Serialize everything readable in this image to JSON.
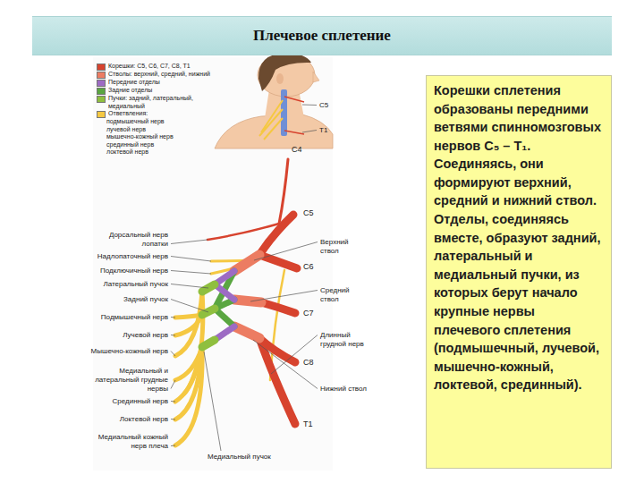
{
  "diagram": {
    "title": "Плечевое сплетение",
    "nodes": [
      {
        "text": [
          "Корешки сплетения образованы передними ветвями спинномозговых нервов C₅ – T₁. Соединяясь, они формируют верхний, средний и нижний ствол. Отделы, соединяясь вместе, образуют задний, латеральный и медиальный пучки, из которых берут начало крупные нервы плечевого сплетения (подмышечный, лучевой, мышечно-кожный, локтевой, срединный)."
        ]
      }
    ],
    "labels": [
      "C5",
      "T1",
      "C4",
      "C5",
      "C6",
      "C7",
      "C8",
      "T1",
      "Дорсальный нерв лопатки",
      "Надлопаточный нерв",
      "Подключичный нерв",
      "Латеральный пучок",
      "Задний пучок",
      "Подмышечный нерв",
      "Лучевой нерв",
      "Мышечно-кожный нерв",
      "Медиальный и латеральный грудные нервы",
      "Срединный нерв",
      "Локтевой нерв",
      "Медиальный кожный нерв плеча",
      "Верхний ствол",
      "Средний ствол",
      "Длинный грудной нерв",
      "Нижний ствол",
      "Медиальный пучок",
      "подмышечный нерв",
      "лучевой нерв",
      "мышечно-кожный нерв",
      "срединный нерв",
      "локтевой нерв"
    ],
    "legend": [
      {
        "text": "Корешки: C5, C6, C7, C8, T1",
        "color": "#d7432e"
      },
      {
        "text": "Стволы: верхний, средний, нижний",
        "color": "#ec7c62"
      },
      {
        "text": "Передние отделы",
        "color": "#9d6bc4"
      },
      {
        "text": "Задние отделы",
        "color": "#5aa641"
      },
      {
        "text": "Пучки: задний, латеральный, медиальный",
        "color": "#8fbf3f"
      },
      {
        "text": "Ответвления:",
        "color": "#f5c842"
      }
    ]
  }
}
